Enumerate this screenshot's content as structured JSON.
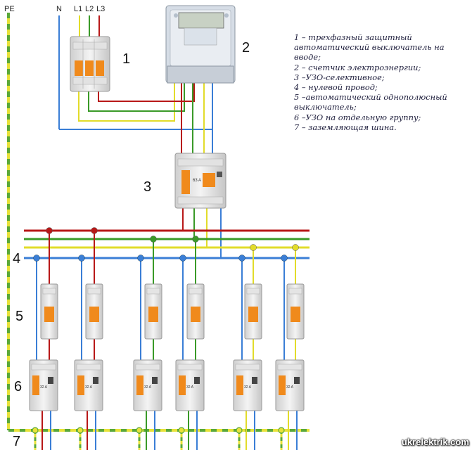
{
  "wire_labels": {
    "pe": "PE",
    "n": "N",
    "l1": "L1",
    "l2": "L2",
    "l3": "L3"
  },
  "component_numbers": {
    "n1": "1",
    "n2": "2",
    "n3": "3",
    "n4": "4",
    "n5": "5",
    "n6": "6",
    "n7": "7"
  },
  "legend": [
    "1 – трехфазный защитный автоматический выключатель на вводе;",
    "2 – счетчик электроэнергии;",
    "3 –УЗО-селективное;",
    "4 – нулевой провод;",
    "5 –автоматический однополюсный выключатель;",
    "6 –УЗО на отдельную группу;",
    "7 – заземляющая шина."
  ],
  "device_ratings": {
    "rcd_main": "63 A",
    "rcd_group": "32 A"
  },
  "watermark": "ukrelektrik.com",
  "colors": {
    "phase_red": "#b81818",
    "phase_green": "#3a9a28",
    "phase_yellow": "#e2dc2a",
    "neutral_blue": "#3a7ed6",
    "pe_yellow": "#e8e23a",
    "pe_green": "#5aa83a",
    "device_orange": "#f08a1c"
  }
}
